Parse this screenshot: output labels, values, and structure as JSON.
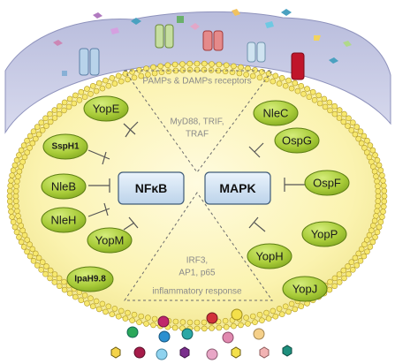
{
  "triangle_top": {
    "label": "PAMPs & DAMPs receptors",
    "text_lines": [
      "MyD88, TRIF,",
      "TRAF"
    ]
  },
  "triangle_bottom": {
    "label": "inflammatory response",
    "text_lines": [
      "IRF3,",
      "AP1, p65"
    ]
  },
  "hubs": {
    "nfkb": "NFκB",
    "mapk": "MAPK"
  },
  "effectors_left": [
    "YopE",
    "SspH1",
    "NleB",
    "NleH",
    "YopM",
    "IpaH9.8"
  ],
  "effectors_right": [
    "NleC",
    "OspG",
    "OspF",
    "YopP",
    "YopH",
    "YopJ"
  ],
  "colors": {
    "cell_fill": "#fbf5b8",
    "membrane_fill": "#c9cbe3",
    "effector_fill": "#aacb3a",
    "hub_fill": "#d7e6f5"
  }
}
